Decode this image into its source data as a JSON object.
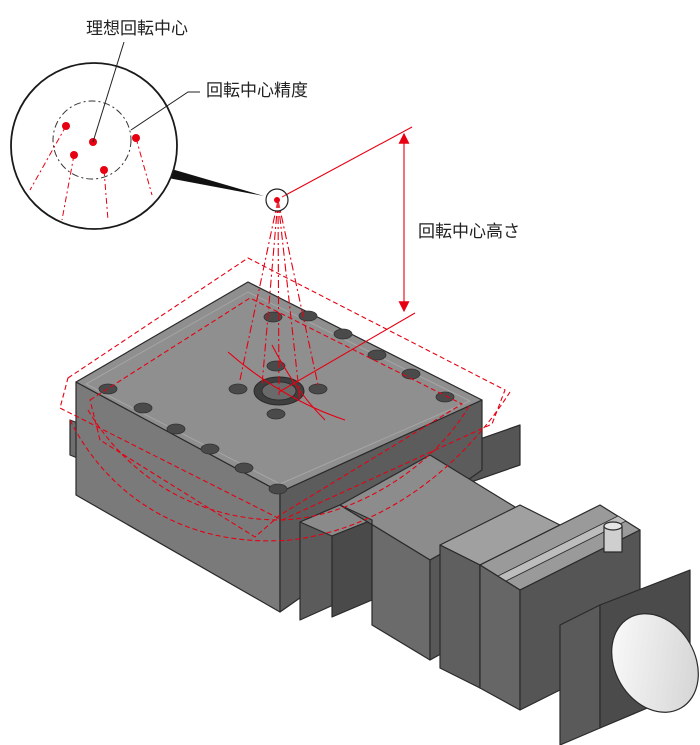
{
  "labels": {
    "ideal_center": "理想回転中心",
    "center_accuracy": "回転中心精度",
    "center_height": "回転中心高さ"
  },
  "colors": {
    "accent": "#e60012",
    "top_face": "#8f8f8f",
    "left_face": "#7a7a7a",
    "front_face": "#5c5c5c",
    "outline": "#2a2a2a",
    "hole": "#4a4a4a"
  },
  "icons": {
    "magnifier": "circle-callout",
    "dimension": "double-arrow"
  }
}
